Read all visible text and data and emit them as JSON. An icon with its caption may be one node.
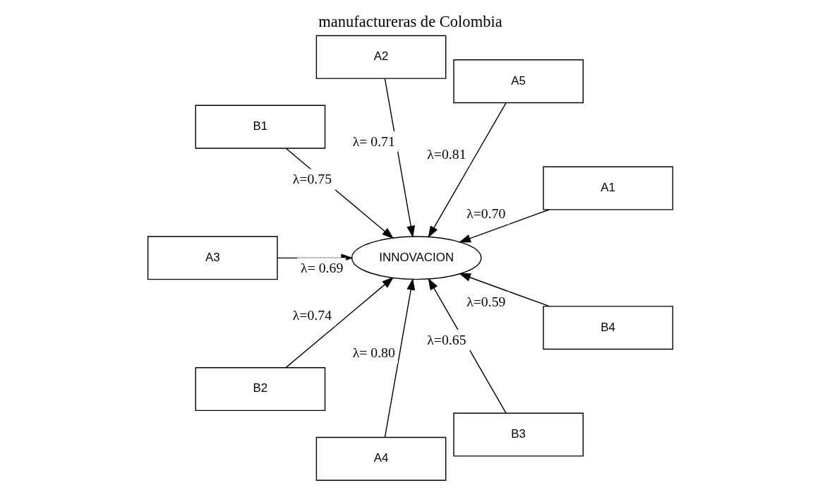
{
  "diagram": {
    "title": "manufactureras de Colombia",
    "nodes": [
      {
        "text": [
          "A1"
        ]
      },
      {
        "text": [
          "A5"
        ]
      },
      {
        "text": [
          "A2"
        ]
      },
      {
        "text": [
          "INNOVACION"
        ]
      },
      {
        "text": [
          "B1"
        ]
      },
      {
        "text": [
          "A3"
        ]
      },
      {
        "text": [
          "B2"
        ]
      },
      {
        "text": [
          "A4"
        ]
      },
      {
        "text": [
          "B3"
        ]
      },
      {
        "text": [
          "B4"
        ]
      }
    ],
    "edges": [
      {
        "from": 0,
        "to": 3,
        "arrow": "to",
        "label": "λ=0.70"
      },
      {
        "from": 1,
        "to": 3,
        "arrow": "to",
        "label": "λ=0.81"
      },
      {
        "from": 2,
        "to": 3,
        "arrow": "to",
        "label": "λ= 0.71"
      },
      {
        "from": 4,
        "to": 3,
        "arrow": "to",
        "label": "λ=0.75"
      },
      {
        "from": 5,
        "to": 3,
        "arrow": "to",
        "label": "λ= 0.69"
      },
      {
        "from": 6,
        "to": 3,
        "arrow": "to",
        "label": "λ=0.74"
      },
      {
        "from": 7,
        "to": 3,
        "arrow": "to",
        "label": "λ= 0.80"
      },
      {
        "from": 8,
        "to": 3,
        "arrow": "to",
        "label": "λ=0.65"
      },
      {
        "from": 9,
        "to": 3,
        "arrow": "to",
        "label": "λ=0.59"
      }
    ]
  }
}
